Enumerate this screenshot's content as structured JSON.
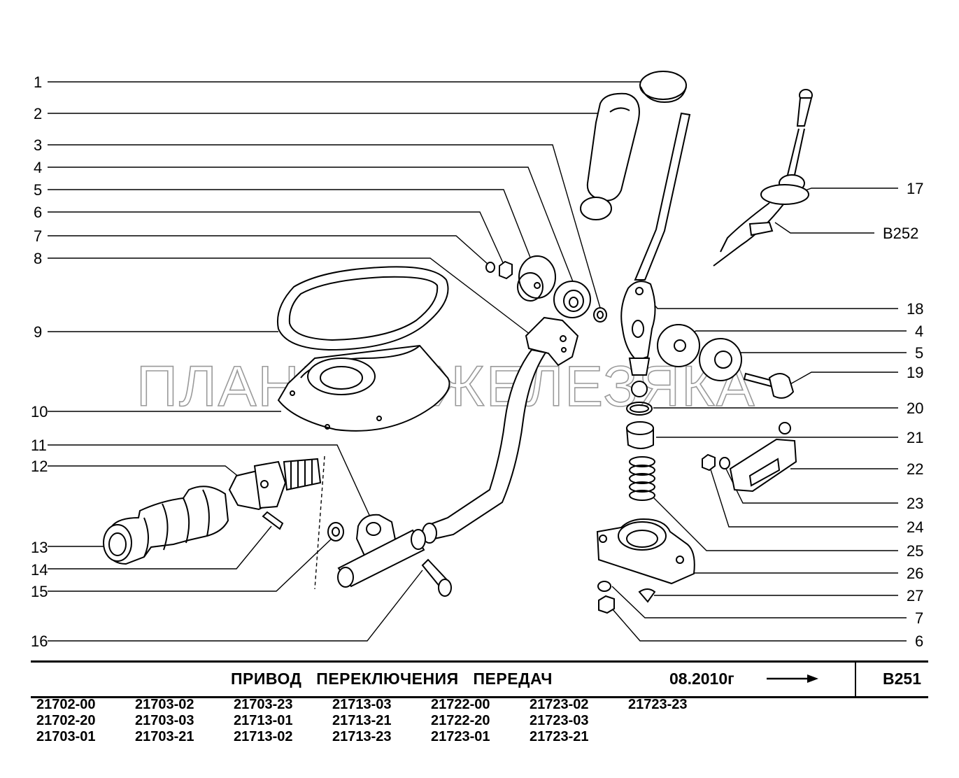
{
  "watermark": "ПЛАНЕТА ЖЕЛЕЗЯКА",
  "callouts_left": [
    "1",
    "2",
    "3",
    "4",
    "5",
    "6",
    "7",
    "8",
    "9",
    "10",
    "11",
    "12",
    "13",
    "14",
    "15",
    "16"
  ],
  "callouts_right": [
    "17",
    "B252",
    "18",
    "4",
    "5",
    "19",
    "20",
    "21",
    "22",
    "23",
    "24",
    "25",
    "26",
    "27",
    "7",
    "6"
  ],
  "title_block": {
    "title": "ПРИВОД ПЕРЕКЛЮЧЕНИЯ ПЕРЕДАЧ",
    "date": "08.2010г",
    "code": "B251"
  },
  "models": [
    "21702-00",
    "21702-20",
    "21703-01",
    "21703-02",
    "21703-03",
    "21703-21",
    "21703-23",
    "21713-01",
    "21713-02",
    "21713-03",
    "21713-21",
    "21713-23",
    "21722-00",
    "21722-20",
    "21723-01",
    "21723-02",
    "21723-03",
    "21723-21",
    "21723-23"
  ]
}
